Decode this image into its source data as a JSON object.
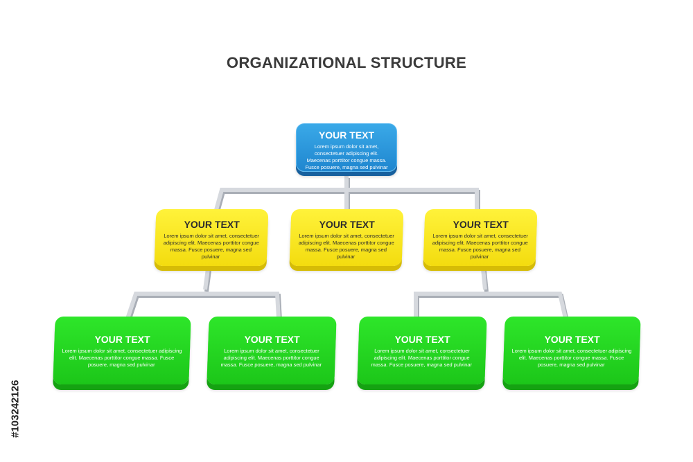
{
  "title": "ORGANIZATIONAL STRUCTURE",
  "nodes": {
    "root": {
      "heading": "YOUR TEXT",
      "body": "Lorem ipsum dolor sit amet, consectetuer adipiscing elit. Maecenas porttitor congue massa. Fusce posuere, magna sed pulvinar"
    },
    "level2": [
      {
        "heading": "YOUR TEXT",
        "body": "Lorem ipsum dolor sit amet, consectetuer adipiscing elit. Maecenas porttitor congue massa. Fusce posuere, magna sed pulvinar"
      },
      {
        "heading": "YOUR TEXT",
        "body": "Lorem ipsum dolor sit amet, consectetuer adipiscing elit. Maecenas porttitor congue massa. Fusce posuere, magna sed pulvinar"
      },
      {
        "heading": "YOUR TEXT",
        "body": "Lorem ipsum dolor sit amet, consectetuer adipiscing elit. Maecenas porttitor congue massa. Fusce posuere, magna sed pulvinar"
      }
    ],
    "level3": [
      {
        "heading": "YOUR TEXT",
        "body": "Lorem ipsum dolor sit amet, consectetuer adipiscing elit. Maecenas porttitor congue massa. Fusce posuere, magna sed pulvinar"
      },
      {
        "heading": "YOUR TEXT",
        "body": "Lorem ipsum dolor sit amet, consectetuer adipiscing elit. Maecenas porttitor congue massa. Fusce posuere, magna sed pulvinar"
      },
      {
        "heading": "YOUR TEXT",
        "body": "Lorem ipsum dolor sit amet, consectetuer adipiscing elit. Maecenas porttitor congue massa. Fusce posuere, magna sed pulvinar"
      },
      {
        "heading": "YOUR TEXT",
        "body": "Lorem ipsum dolor sit amet, consectetuer adipiscing elit. Maecenas porttitor congue massa. Fusce posuere, magna sed pulvinar"
      }
    ]
  },
  "colors": {
    "root": "#2a97dc",
    "level2": "#f8e71c",
    "level3": "#22d51f",
    "connector": "#c9cdd4",
    "title": "#3a3a3a"
  },
  "stock_id": "103242126"
}
